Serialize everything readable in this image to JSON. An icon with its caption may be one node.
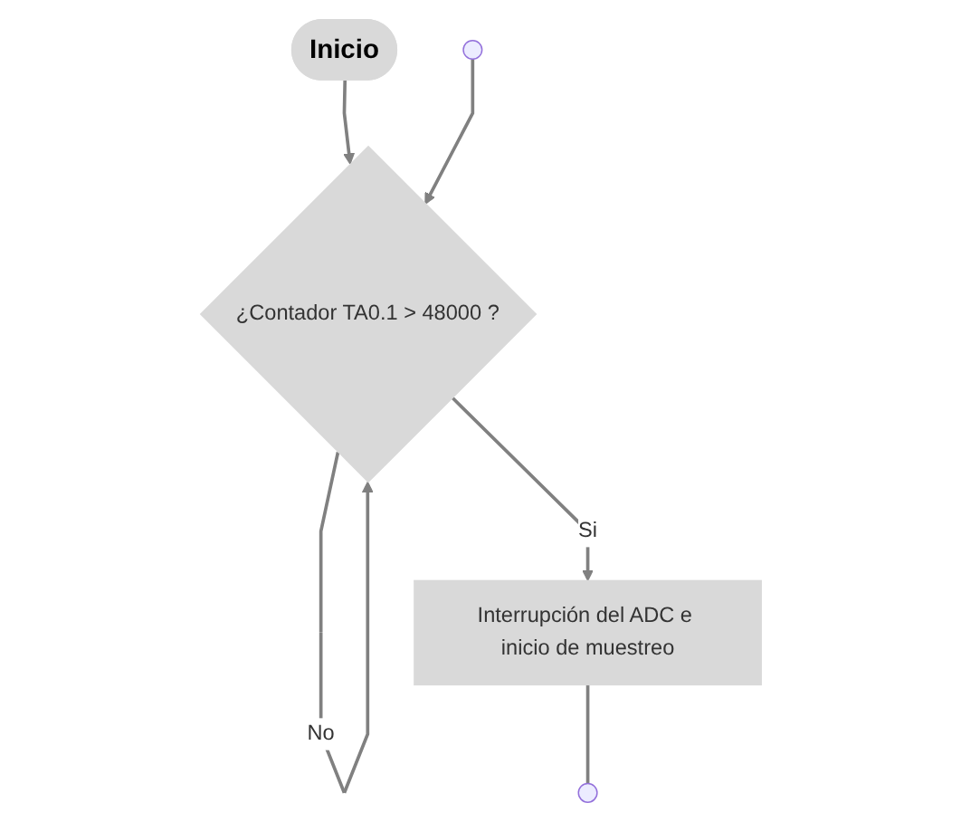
{
  "diagram": {
    "nodes": [
      {
        "text": [
          "Inicio"
        ]
      },
      {
        "text": [
          "¿Contador TA0.1 > 48000 ?"
        ]
      },
      {
        "text": [
          "Interrupción del ADC e inicio de muestreo"
        ]
      }
    ],
    "edges": [
      {
        "from": 0,
        "to": 1,
        "arrow": "to"
      },
      {
        "from": 1,
        "to": 1,
        "label": "No",
        "arrow": "to"
      },
      {
        "from": null,
        "to": 1,
        "arrow": "to"
      },
      {
        "from": 1,
        "to": 2,
        "label": "Si",
        "arrow": "to"
      },
      {
        "from": 2,
        "to": null,
        "arrow": "none"
      }
    ]
  }
}
